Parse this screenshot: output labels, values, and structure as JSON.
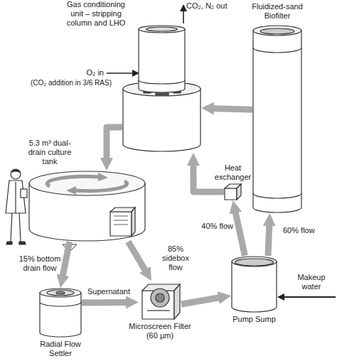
{
  "diagram": {
    "nodes": [
      {
        "text": [
          "Gas conditioning unit – stripping column and LHO"
        ]
      },
      {
        "text": [
          "Fluidized-sand Biofilter"
        ]
      },
      {
        "text": [
          "5.3 m³ dual-drain culture tank"
        ]
      },
      {
        "text": [
          "Heat exchanger"
        ]
      },
      {
        "text": [
          "Radial Flow Settler"
        ]
      },
      {
        "text": [
          "Microscreen Filter (60 µm)"
        ]
      },
      {
        "text": [
          "Pump Sump"
        ]
      }
    ],
    "edges": [
      {
        "from": 2,
        "to": 5,
        "label": "85% sidebox flow",
        "arrow": "to"
      },
      {
        "from": 2,
        "to": 4,
        "label": "15% bottom drain flow",
        "arrow": "to"
      },
      {
        "from": 4,
        "to": 5,
        "label": "Supernatant",
        "arrow": "to"
      },
      {
        "from": 5,
        "to": 6,
        "arrow": "to"
      },
      {
        "from": 6,
        "to": 1,
        "label": "60% flow",
        "arrow": "to"
      },
      {
        "from": 6,
        "to": 3,
        "label": "40% flow",
        "arrow": "to"
      },
      {
        "from": 3,
        "to": 0,
        "arrow": "to"
      },
      {
        "from": 1,
        "to": 0,
        "arrow": "to"
      },
      {
        "from": 0,
        "to": 2,
        "arrow": "to"
      }
    ],
    "labels": [
      "CO₂, N₂ out",
      "O₂ in",
      "(CO₂ addition in 3/6 RAS)",
      "Makeup water"
    ]
  }
}
